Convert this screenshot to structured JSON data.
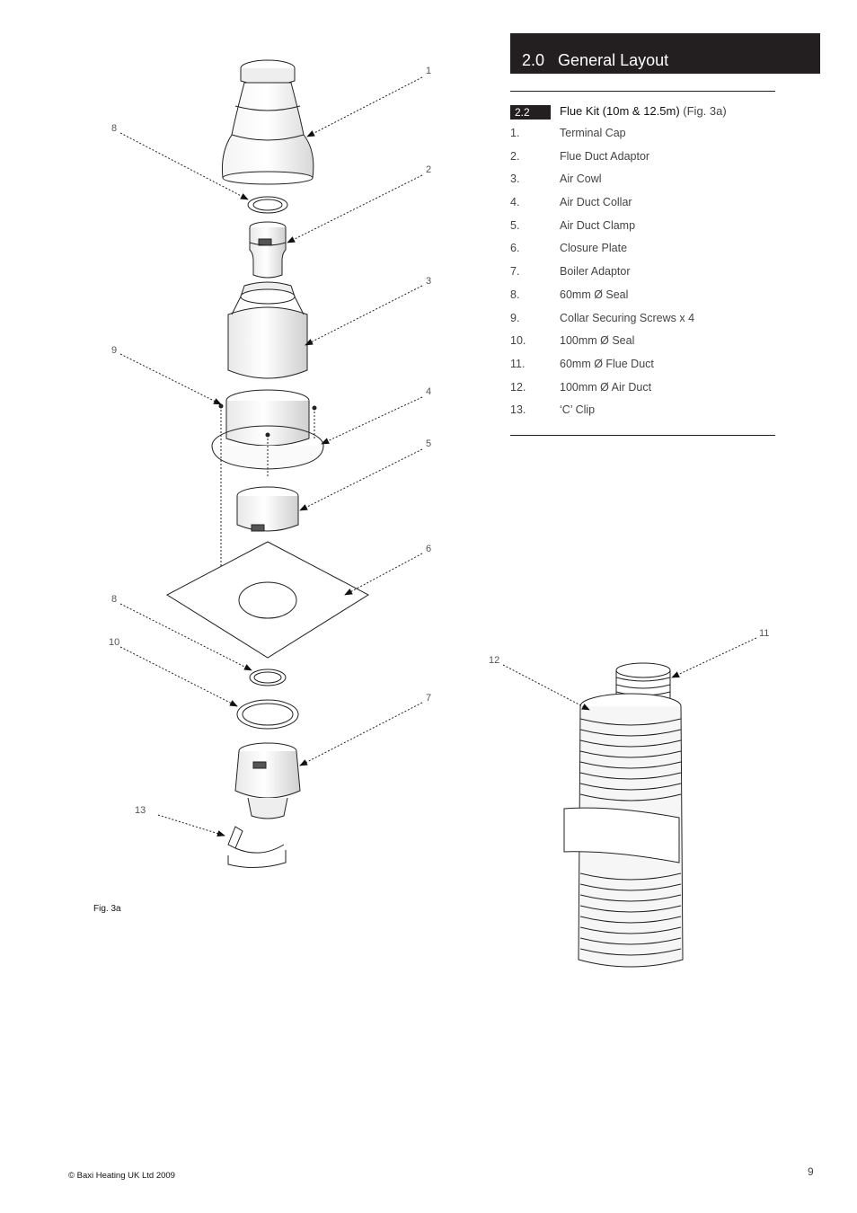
{
  "section": {
    "number": "2.0",
    "title": "General Layout"
  },
  "subsection": {
    "number": "2.2",
    "title": "Flue Kit (10m & 12.5m)",
    "figure_ref": "(Fig. 3a)"
  },
  "parts": [
    {
      "n": "1.",
      "label": "Terminal Cap"
    },
    {
      "n": "2.",
      "label": "Flue Duct Adaptor"
    },
    {
      "n": "3.",
      "label": "Air Cowl"
    },
    {
      "n": "4.",
      "label": "Air Duct Collar"
    },
    {
      "n": "5.",
      "label": "Air Duct Clamp"
    },
    {
      "n": "6.",
      "label": "Closure Plate"
    },
    {
      "n": "7.",
      "label": "Boiler Adaptor"
    },
    {
      "n": "8.",
      "label": "60mm Ø Seal"
    },
    {
      "n": "9.",
      "label": "Collar Securing Screws x 4"
    },
    {
      "n": "10.",
      "label": "100mm Ø Seal"
    },
    {
      "n": "11.",
      "label": "60mm Ø Flue Duct"
    },
    {
      "n": "12.",
      "label": "100mm Ø Air Duct"
    },
    {
      "n": "13.",
      "label": "‘C’ Clip"
    }
  ],
  "figure": {
    "caption": "Fig. 3a",
    "callouts": {
      "c1": "1",
      "c2": "2",
      "c3": "3",
      "c4": "4",
      "c5": "5",
      "c6": "6",
      "c7": "7",
      "c8a": "8",
      "c8b": "8",
      "c9": "9",
      "c10": "10",
      "c11": "11",
      "c12": "12",
      "c13": "13"
    }
  },
  "footer": {
    "copyright": "© Baxi Heating UK Ltd 2009",
    "page_number": "9"
  },
  "colors": {
    "bar": "#231f20",
    "text": "#444444"
  }
}
